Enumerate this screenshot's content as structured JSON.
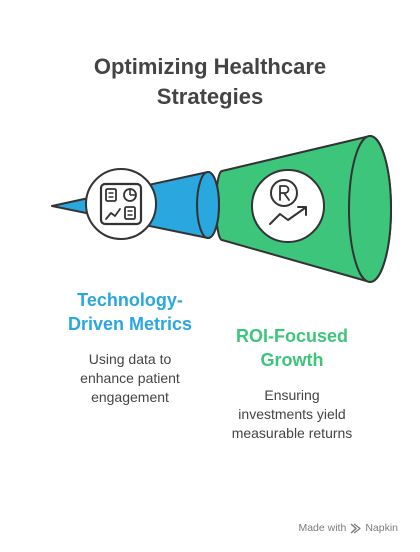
{
  "title": {
    "line1": "Optimizing Healthcare",
    "line2": "Strategies"
  },
  "left_item": {
    "label_line1": "Technology-",
    "label_line2": "Driven Metrics",
    "desc_line1": "Using data to",
    "desc_line2": "enhance patient",
    "desc_line3": "engagement",
    "color": "#29a7de",
    "icon": "dashboard-icon"
  },
  "right_item": {
    "label_line1": "ROI-Focused",
    "label_line2": "Growth",
    "desc_line1": "Ensuring",
    "desc_line2": "investments yield",
    "desc_line3": "measurable returns",
    "color": "#3dc57c",
    "icon": "roi-growth-icon"
  },
  "footer": {
    "made_with": "Made with",
    "brand": "Napkin"
  }
}
